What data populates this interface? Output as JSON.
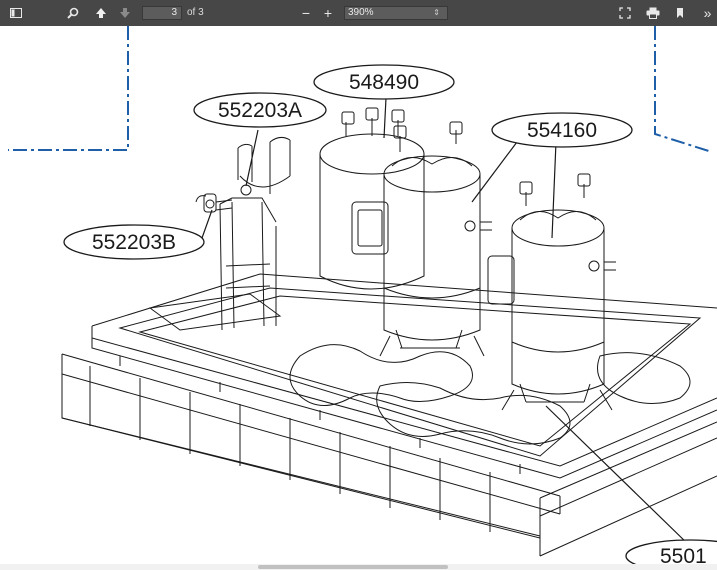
{
  "toolbar": {
    "sidebar_toggle_icon": "sidebar-icon",
    "search_icon": "magnifier-icon",
    "prev_icon": "arrow-up-icon",
    "next_icon": "arrow-down-icon",
    "page_number": "3",
    "page_count_label": "of 3",
    "zoom_out_label": "−",
    "zoom_in_label": "+",
    "zoom_value": "390%",
    "presentation_icon": "fullscreen-icon",
    "print_icon": "printer-icon",
    "bookmark_icon": "bookmark-icon",
    "more_label": "»"
  },
  "drawing": {
    "callouts": [
      "548490",
      "552203A",
      "554160",
      "552203B",
      "5501"
    ]
  },
  "colors": {
    "toolbar_bg": "#474747",
    "dash_line": "#1f5fa8",
    "ink": "#1a1a1a"
  }
}
